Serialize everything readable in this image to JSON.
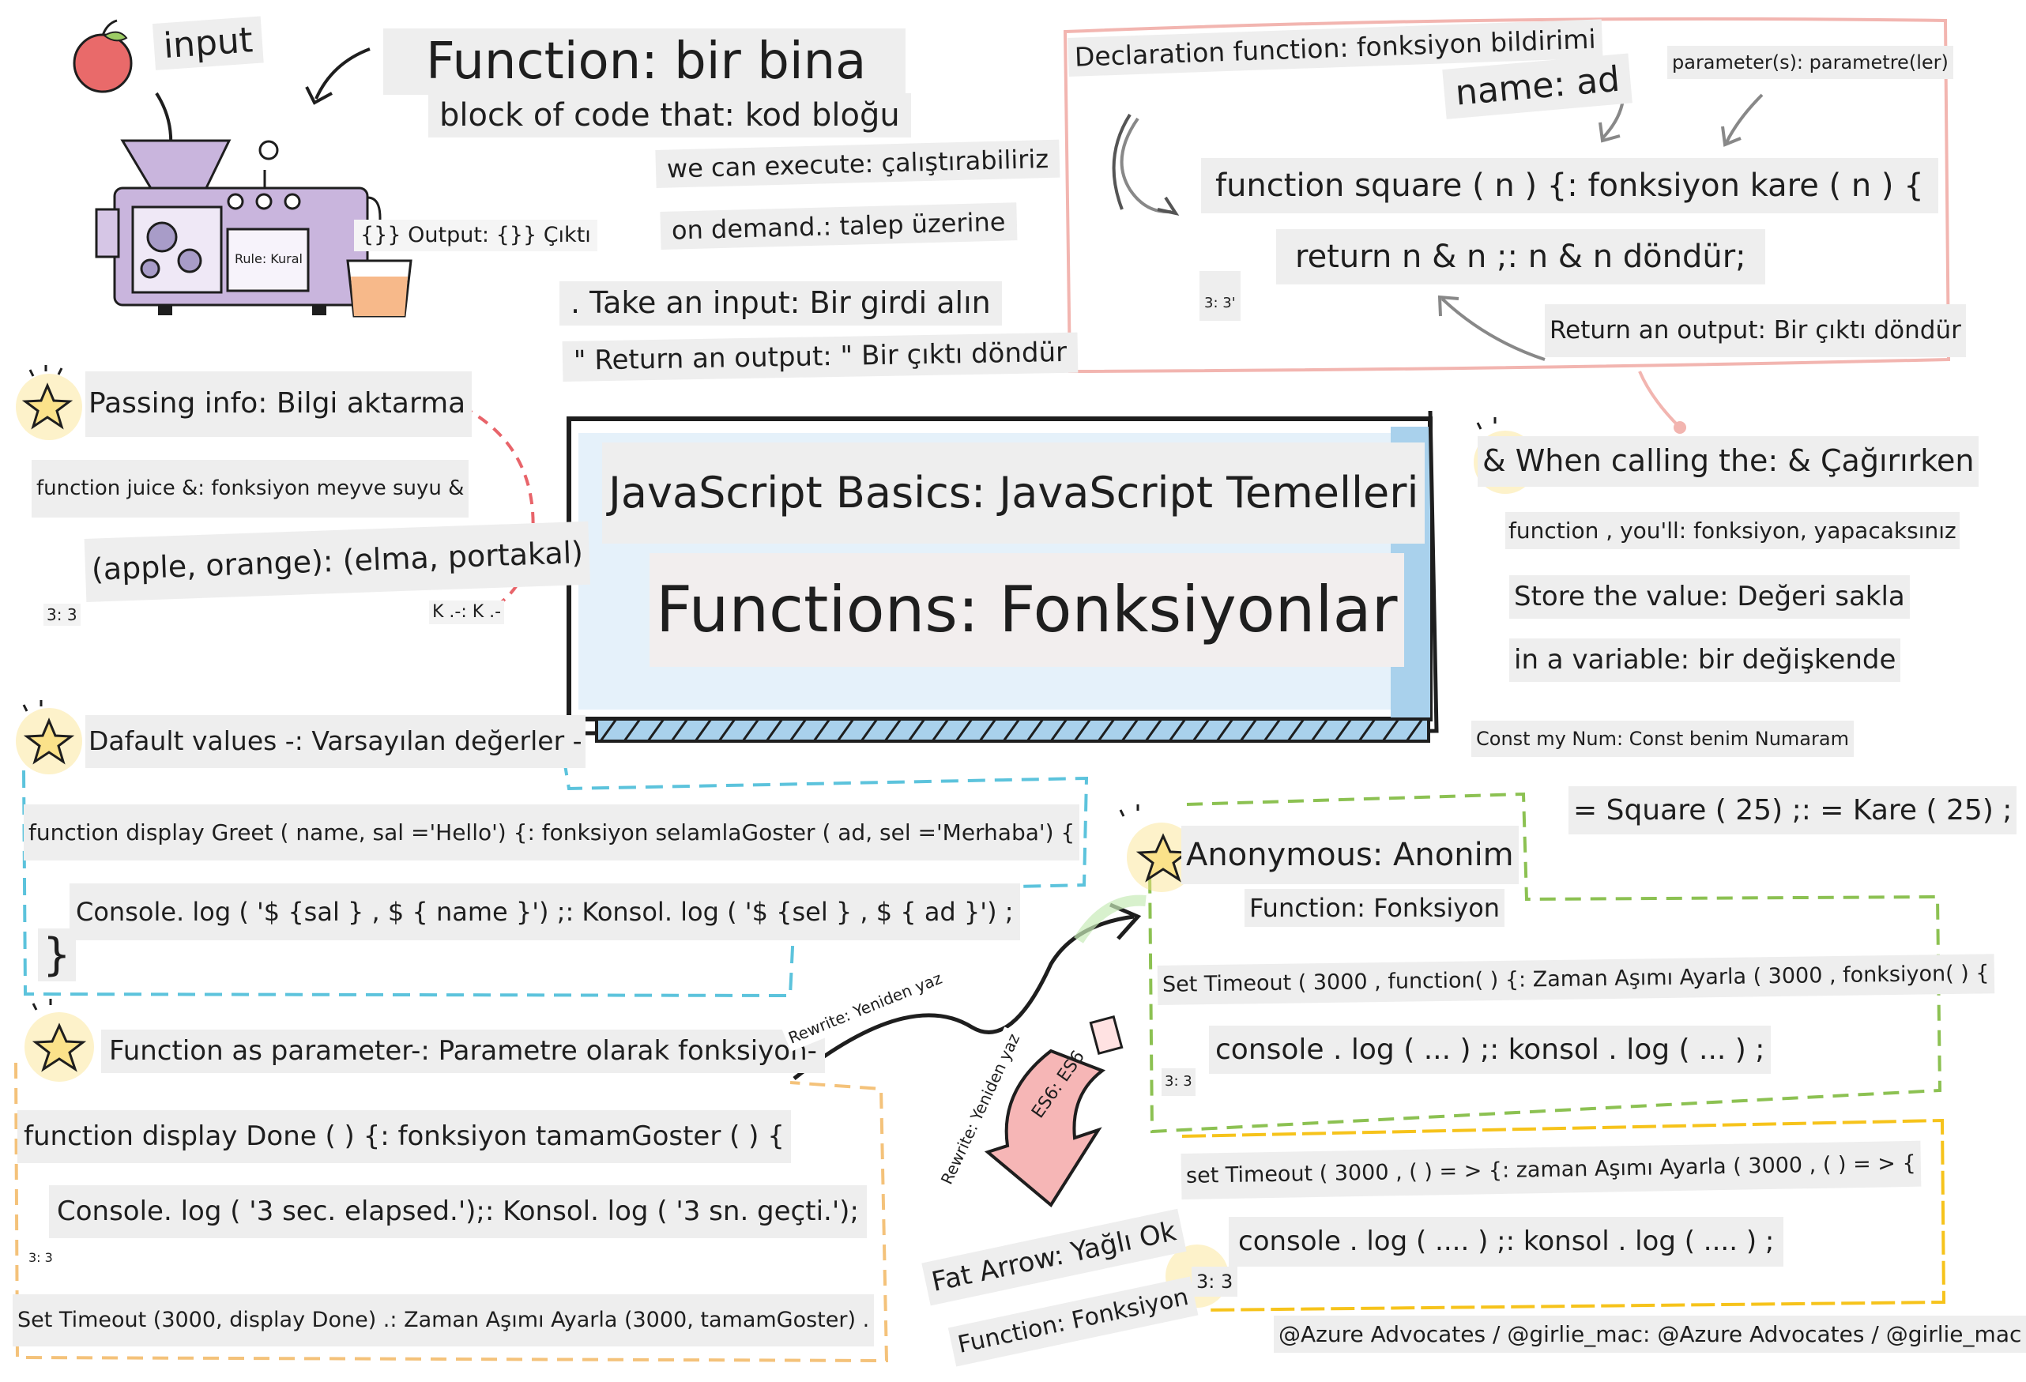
{
  "header": {
    "input": "input",
    "function_title": "Function: bir bina",
    "block_of_code": "block of code that: kod bloğu",
    "we_can_execute": "we can execute: çalıştırabiliriz",
    "on_demand": "on demand.: talep üzerine",
    "output": "{}} Output: {}} Çıktı",
    "rule": "Rule: Kural",
    "take_input": ". Take an input: Bir girdi alın",
    "return_output": "\" Return an output: \" Bir çıktı döndür"
  },
  "declaration": {
    "title": "Declaration function: fonksiyon bildirimi",
    "name": "name: ad",
    "parameters": "parameter(s): parametre(ler)",
    "code_line1": "function square ( n ) {: fonksiyon kare ( n ) {",
    "code_line2": "return n & n ;: n & n döndür;",
    "small_count": "3: 3'",
    "return_output": "Return an output: Bir çıktı döndür"
  },
  "center": {
    "title": "JavaScript Basics: JavaScript Temelleri",
    "subtitle": "Functions: Fonksiyonlar"
  },
  "passing": {
    "heading": "Passing info: Bilgi aktarma",
    "line1": "function juice &: fonksiyon meyve suyu &",
    "line2": "(apple, orange): (elma, portakal)",
    "small_count": "3: 3",
    "small_k": "K .-: K .-"
  },
  "calling": {
    "heading": "& When calling the: & Çağırırken",
    "line1": "function , you'll: fonksiyon, yapacaksınız",
    "line2": "Store the value: Değeri sakla",
    "line3": "in a variable: bir değişkende",
    "line4": "Const my Num: Const benim Numaram",
    "line5": "= Square ( 25) ;: = Kare ( 25) ;"
  },
  "defaults": {
    "heading": "Dafault values -: Varsayılan değerler -",
    "line1": "function display Greet ( name, sal ='Hello') {: fonksiyon selamlaGoster ( ad, sel ='Merhaba') {",
    "line2": "Console. log ( '$ {sal } , $ { name }') ;: Konsol. log ( '$ {sel } , $ { ad }') ;",
    "brace": "}"
  },
  "anonymous": {
    "heading": "Anonymous: Anonim",
    "sub": "Function: Fonksiyon",
    "line1": "Set Timeout ( 3000 , function( ) {: Zaman Aşımı Ayarla ( 3000 , fonksiyon( ) {",
    "line2": "console . log ( ... ) ;: konsol . log ( ... ) ;",
    "small_count": "3: 3"
  },
  "param_fn": {
    "heading": "Function as parameter-: Parametre olarak fonksiyon-",
    "line1": "function display Done ( ) {: fonksiyon tamamGoster ( ) {",
    "line2": "Console. log ( '3 sec. elapsed.');: Konsol. log ( '3 sn. geçti.');",
    "small_count": "3: 3",
    "line3": "Set Timeout (3000, display Done) .: Zaman Aşımı Ayarla (3000, tamamGoster) ."
  },
  "rewrite": {
    "label1": "Rewrite: Yeniden yaz",
    "label2": "Rewrite: Yeniden yaz",
    "es6": "ES6: ES6"
  },
  "fat_arrow": {
    "heading": "Fat Arrow: Yağlı Ok",
    "sub": "Function: Fonksiyon",
    "line1": "set Timeout ( 3000 , ( ) = > {: zaman Aşımı Ayarla ( 3000 , ( ) = > {",
    "line2": "console . log ( .... ) ;: konsol . log ( .... ) ;",
    "small_count": "3: 3"
  },
  "credit": "@Azure Advocates / @girlie_mac: @Azure Advocates / @girlie_mac",
  "colors": {
    "pink_frame": "#f2b5b0",
    "red_dash": "#e8646a",
    "blue_dash": "#5cc3dc",
    "green_dash": "#8cc152",
    "orange_dash": "#f4c27a",
    "yellow_frame": "#f6c31b",
    "center_blue": "#a9d1ec",
    "machine_purple": "#c9b5dd",
    "apple_red": "#e96a6a",
    "star_yellow": "#fbe28a"
  }
}
